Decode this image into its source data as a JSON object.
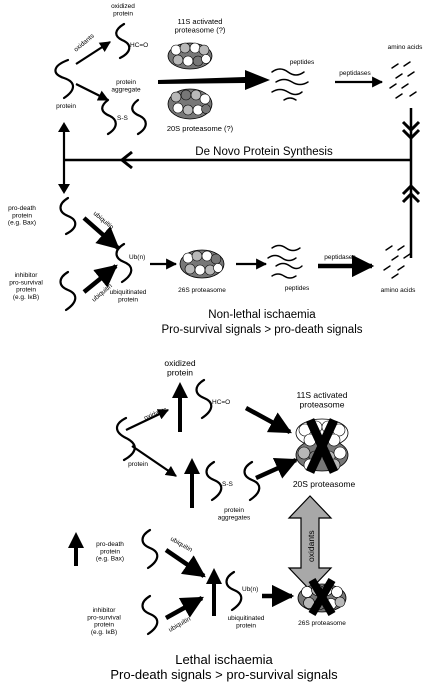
{
  "top": {
    "oxidants": "oxidants",
    "oxidized_protein": "oxidized\nprotein",
    "hc_o": "HC=O",
    "protein_aggregate": "protein\naggregate",
    "s_s": "S-S",
    "protein": "protein",
    "p11s": "11S activated\nproteasome (?)",
    "p20s": "20S proteasome (?)",
    "peptides": "peptides",
    "peptidases": "peptidases",
    "amino_acids": "amino acids",
    "de_novo": "De Novo Protein Synthesis",
    "pro_death": "pro-death\nprotein\n(e.g. Bax)",
    "inhibitor": "inhibitor\npro-survival\nprotein\n(e.g. IκB)",
    "ubiquitin_1": "ubiquitin",
    "ubiquitin_2": "ubiquitin",
    "ub_n": "Ub(n)",
    "ubiquitinated": "ubiquitinated\nprotein",
    "p26s": "26S proteasome",
    "peptides_2": "peptides",
    "peptidases_2": "peptidases",
    "amino_acids_2": "amino acids",
    "title_1": "Non-lethal ischaemia",
    "title_2": "Pro-survival signals > pro-death signals"
  },
  "bottom": {
    "oxidized_protein": "oxidized\nprotein",
    "oxidants": "oxidants",
    "hc_o": "HC=O",
    "p11s": "11S activated\nproteasome",
    "protein": "protein",
    "s_s": "S-S",
    "p20s": "20S proteasome",
    "protein_aggregates": "protein\naggregates",
    "oxidants_vertical": "oxidants",
    "pro_death": "pro-death\nprotein\n(e.g. Bax)",
    "ubiquitin_1": "ubiquitin",
    "ubiquitin_2": "ubiquitin",
    "inhibitor": "inhibitor\npro-survival\nprotein\n(e.g. IκB)",
    "ub_n": "Ub(n)",
    "ubiquitinated": "ubiquitinated\nprotein",
    "p26s": "26S proteasome",
    "title_1": "Lethal ischaemia",
    "title_2": "Pro-death signals > pro-survival signals"
  },
  "colors": {
    "ink": "#000000",
    "proteasome_light": "#ffffff",
    "proteasome_mid": "#b8b8b8",
    "proteasome_dark": "#777777",
    "oxidant_arrow_fill": "#a8a8a8"
  },
  "icons": [
    "protein-strand-icon",
    "proteasome-icon",
    "inhibition-x-icon",
    "double-arrow-icon"
  ]
}
